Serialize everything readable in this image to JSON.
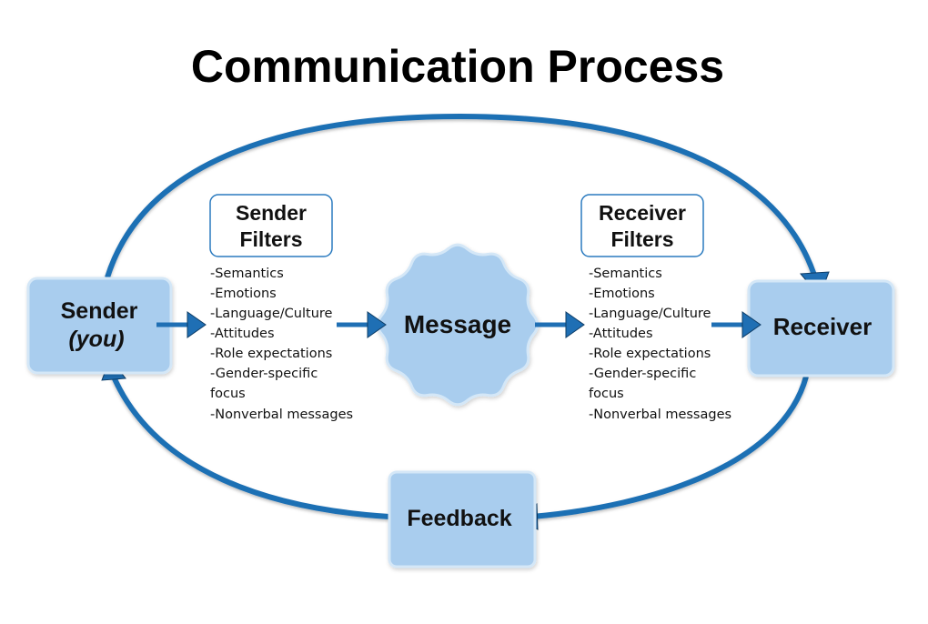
{
  "title": "Communication Process",
  "nodes": {
    "sender": {
      "line1": "Sender",
      "line2": "(you)"
    },
    "message": {
      "label": "Message"
    },
    "receiver": {
      "label": "Receiver"
    },
    "feedback": {
      "label": "Feedback"
    }
  },
  "sender_filters": {
    "title_line1": "Sender",
    "title_line2": "Filters",
    "items": [
      "-Semantics",
      "-Emotions",
      "-Language/Culture",
      "-Attitudes",
      "-Role expectations",
      "-Gender-specific",
      "focus",
      "-Nonverbal messages"
    ]
  },
  "receiver_filters": {
    "title_line1": "Receiver",
    "title_line2": "Filters",
    "items": [
      "-Semantics",
      "-Emotions",
      "-Language/Culture",
      "-Attitudes",
      "-Role expectations",
      "-Gender-specific",
      "focus",
      "-Nonverbal messages"
    ]
  },
  "colors": {
    "accent_blue": "#1f6fb4",
    "box_fill": "#a9cdee",
    "box_border": "#d4e7f7",
    "text": "#111111",
    "background": "#ffffff"
  }
}
